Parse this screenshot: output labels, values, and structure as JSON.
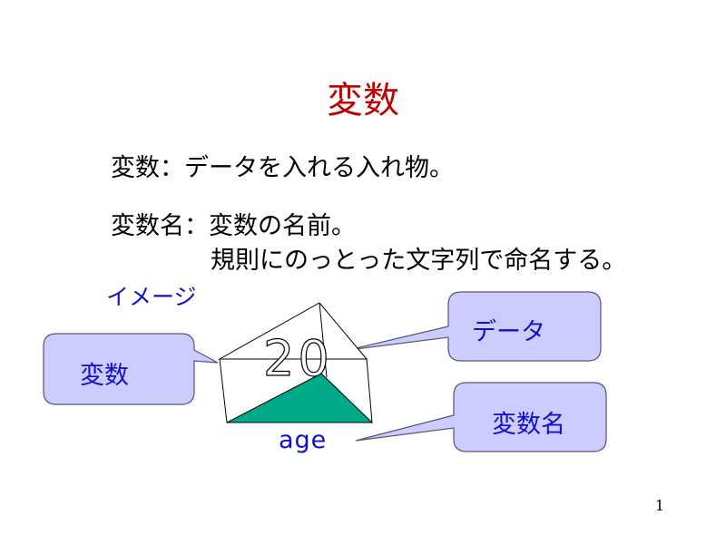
{
  "slide": {
    "title": "変数",
    "definition": "変数：データを入れる入れ物。",
    "name_line1": "変数名：変数の名前。",
    "name_line2": "規則にのっとった文字列で命名する。",
    "image_label": "イメージ",
    "page_number": "1"
  },
  "diagram": {
    "box_value": "20",
    "box_name": "age",
    "callout_variable": "変数",
    "callout_data": "データ",
    "callout_name": "変数名",
    "colors": {
      "callout_fill": "#ccccff",
      "callout_stroke": "#555577",
      "triangle_fill": "#00aa88",
      "label_text": "#1010cc",
      "title": "#c00000"
    }
  }
}
